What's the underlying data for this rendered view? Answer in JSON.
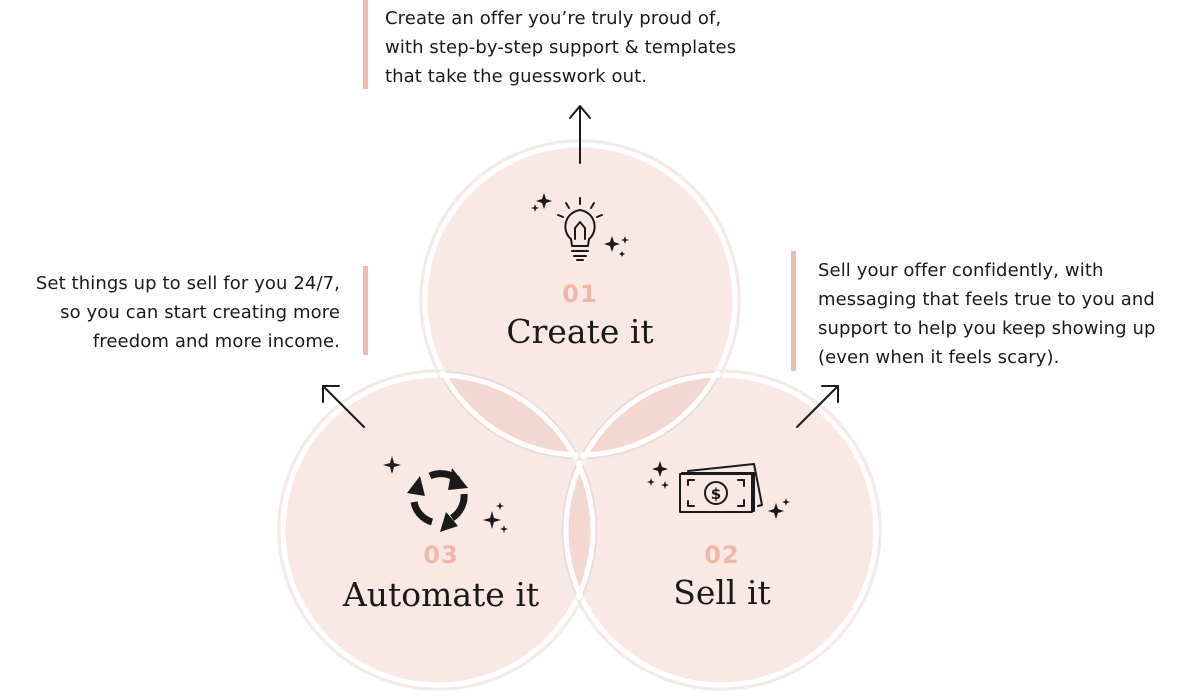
{
  "colors": {
    "circle_fill": "#fae8e5",
    "circle_edge": "#ececec",
    "overlap_fill": "#f3d8d1",
    "accent": "#eebbb0",
    "number": "#f1b7a6",
    "ink": "#1a1a1a"
  },
  "steps": [
    {
      "number": "01",
      "title": "Create it",
      "icon": "lightbulb-icon",
      "description": [
        "Create an offer you’re truly proud of,",
        "with step-by-step support & templates",
        "that take the guesswork out."
      ]
    },
    {
      "number": "02",
      "title": "Sell it",
      "icon": "money-bill-icon",
      "description": [
        "Sell your offer confidently, with",
        "messaging that feels true to you and",
        "support to help you keep showing up",
        "(even when it feels scary)."
      ]
    },
    {
      "number": "03",
      "title": "Automate it",
      "icon": "recycle-arrows-icon",
      "description": [
        "Set things up to sell for you 24/7,",
        "so you can start creating more",
        "freedom and more income."
      ]
    }
  ]
}
